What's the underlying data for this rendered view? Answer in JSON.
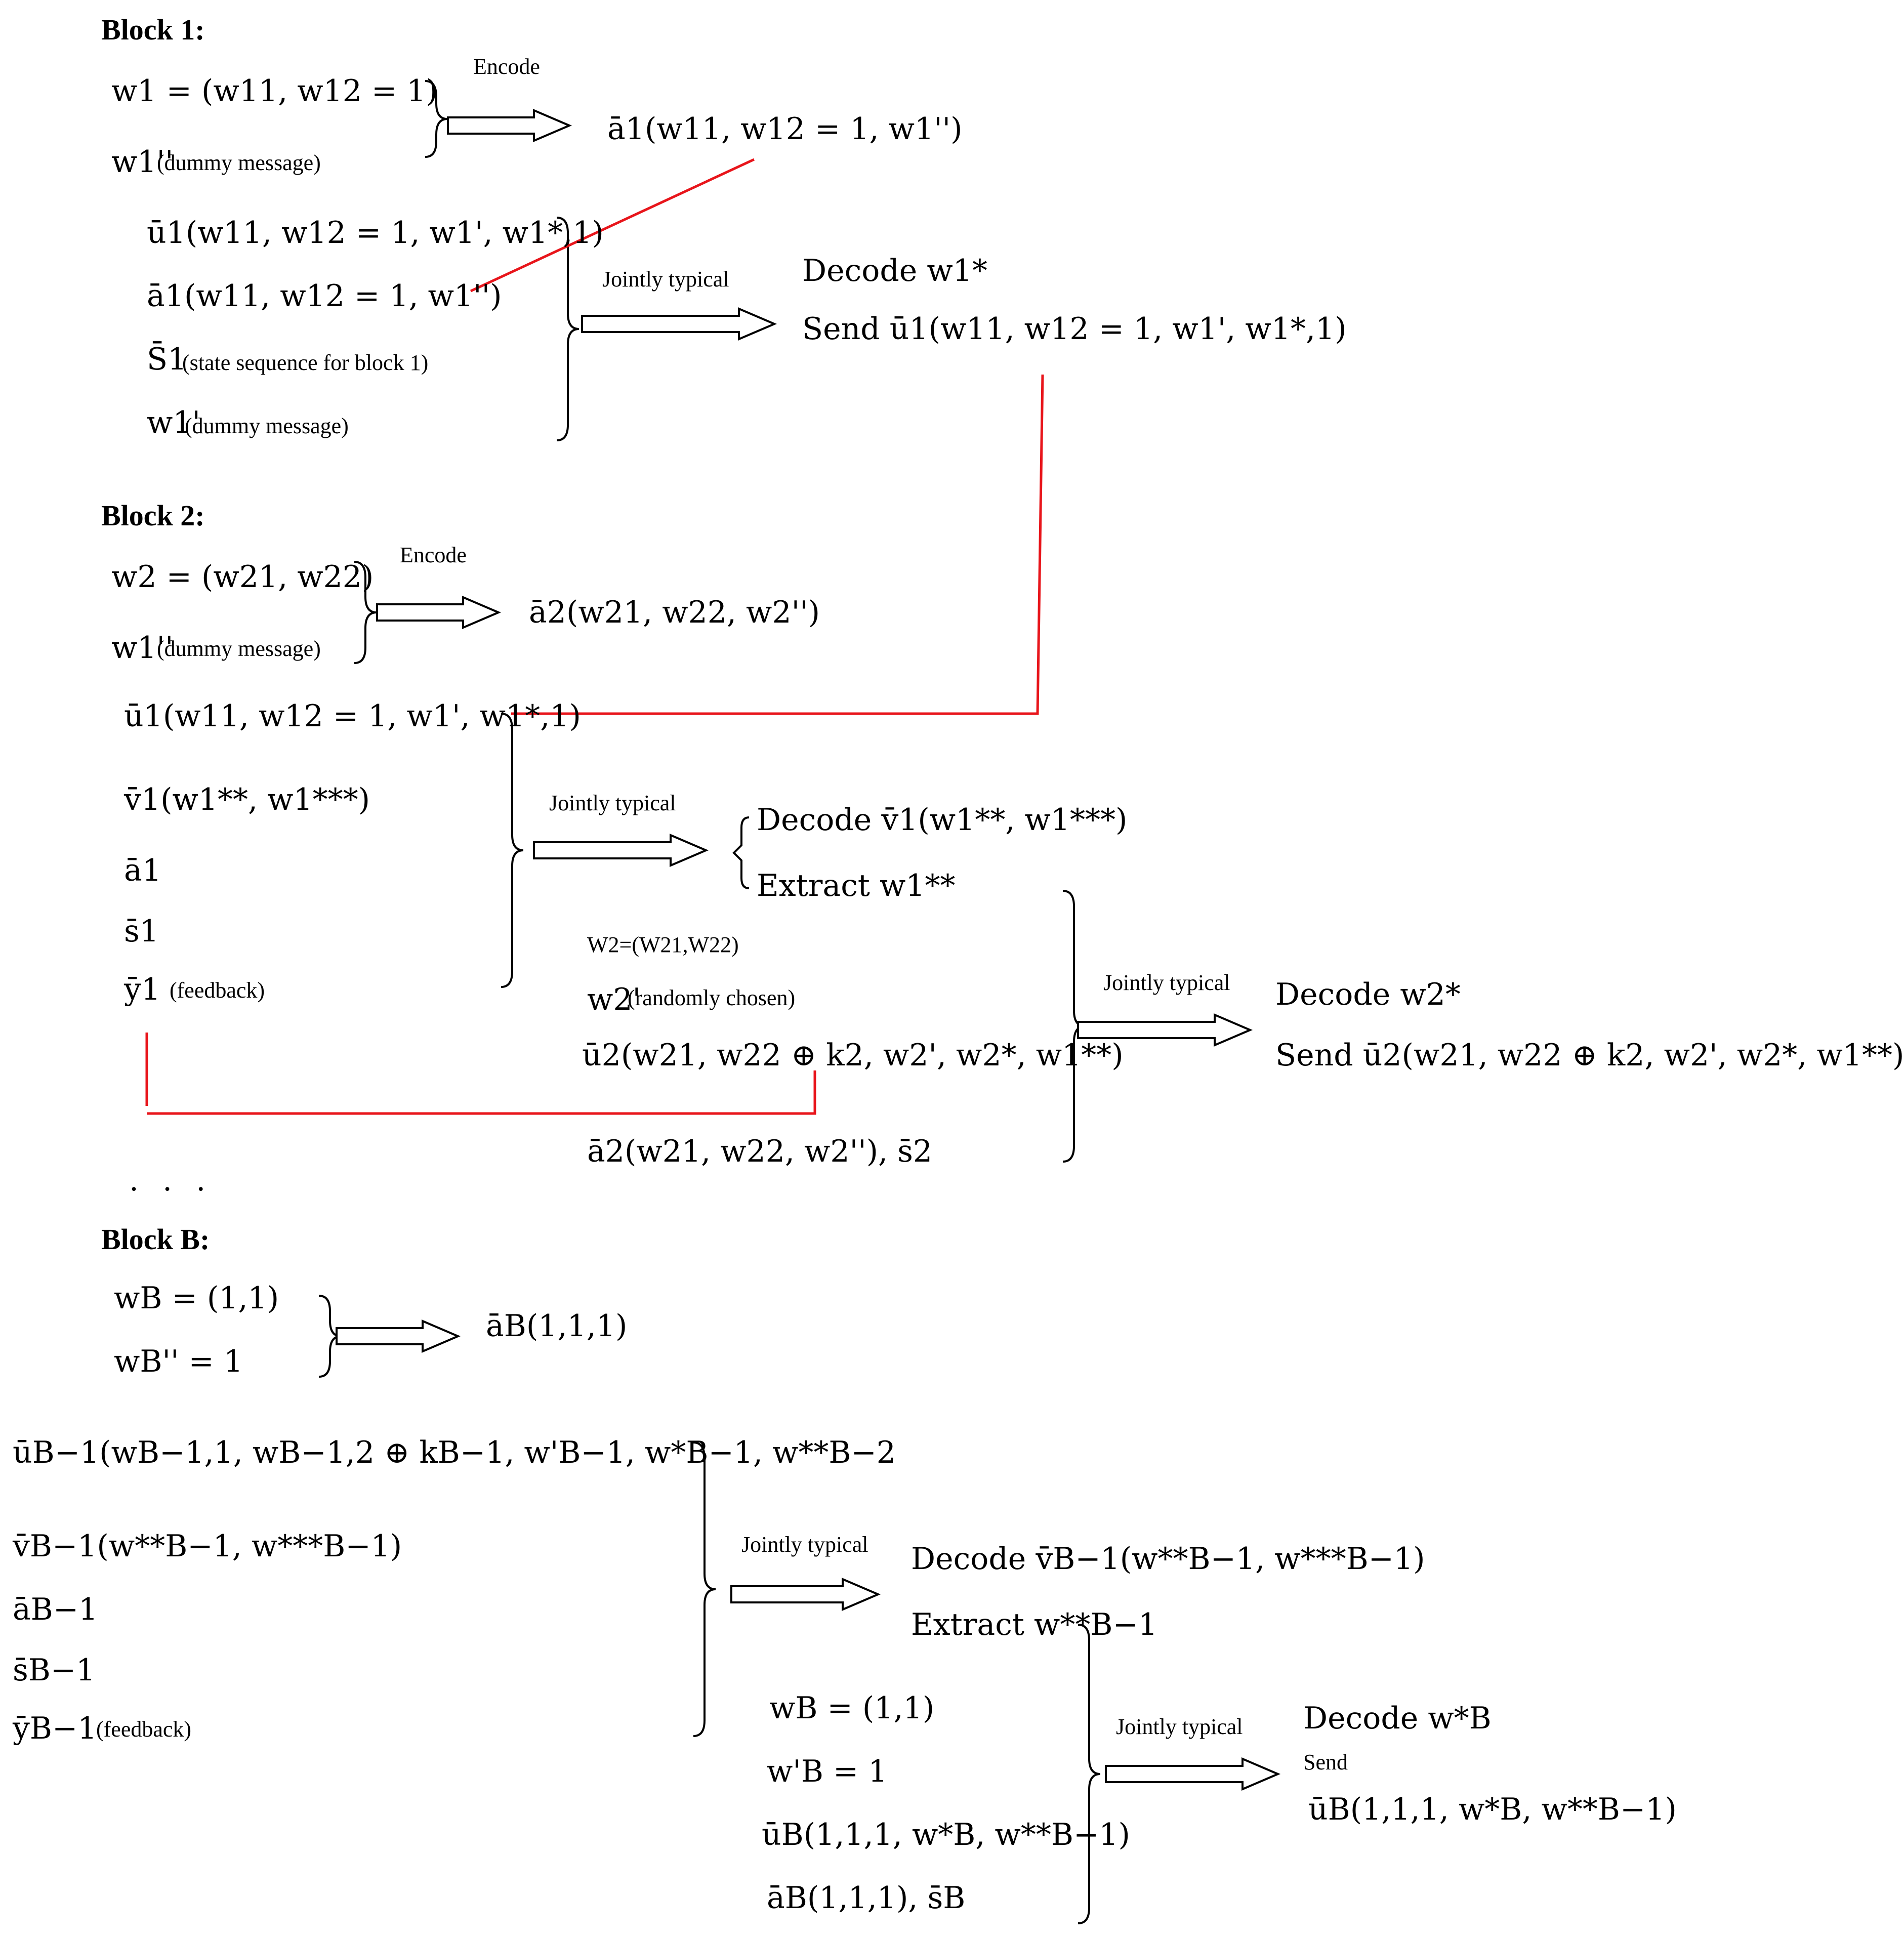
{
  "blocks": {
    "b1": {
      "heading": "Block 1:",
      "w1_def": "w1 = (w11, w12 = 1)",
      "w1pp": "w1''",
      "dummy": "(dummy message)",
      "encode": "Encode",
      "a1_out": "ā1(w11, w12 = 1, w1'')",
      "u1": "ū1(w11, w12 = 1, w1', w1*,1)",
      "a1": "ā1(w11, w12 = 1, w1'')",
      "s1": "S̄1",
      "s1_note": "(state sequence for block 1)",
      "w1p": "w1'",
      "dummy2": "(dummy message)",
      "jointly": "Jointly typical",
      "decode": "Decode w1*",
      "send": "Send ū1(w11, w12 = 1, w1', w1*,1)"
    },
    "b2": {
      "heading": "Block 2:",
      "w2_def": "w2 = (w21, w22)",
      "w1pp": "w1''",
      "dummy": "(dummy message)",
      "encode": "Encode",
      "a2_out": "ā2(w21, w22, w2'')",
      "u1": "ū1(w11, w12 = 1, w1', w1*,1)",
      "v1": "v̄1(w1**, w1***)",
      "a1": "ā1",
      "s1": "s̄1",
      "y1": "ȳ1",
      "feedback": "(feedback)",
      "jointly": "Jointly typical",
      "decode_v1": "Decode v̄1(w1**, w1***)",
      "extract": "Extract w1**",
      "W2_def": "W2=(W21,W22)",
      "w2p": "w2'",
      "random": "(randomly chosen)",
      "u2": "ū2(w21, w22 ⊕ k2, w2', w2*, w1**)",
      "a2s2": "ā2(w21, w22, w2''),  s̄2",
      "jointly2": "Jointly typical",
      "decode_w2": "Decode w2*",
      "send": "Send ū2(w21, w22 ⊕ k2, w2', w2*, w1**)"
    },
    "ellipsis": "· · ·",
    "bB": {
      "heading": "Block B:",
      "wB_def": "wB = (1,1)",
      "wBpp": "wB'' = 1",
      "aB_out": "āB(1,1,1)",
      "uB1": "ūB−1(wB−1,1, wB−1,2 ⊕ kB−1, w'B−1, w*B−1, w**B−2",
      "vB1": "v̄B−1(w**B−1, w***B−1)",
      "aB1": "āB−1",
      "sB1": "s̄B−1",
      "yB1": "ȳB−1",
      "feedback": "(feedback)",
      "jointly": "Jointly typical",
      "decode_v": "Decode v̄B−1(w**B−1, w***B−1)",
      "extract": "Extract w**B−1",
      "wB2": "wB = (1,1)",
      "wBp": "w'B = 1",
      "uB": "ūB(1,1,1, w*B, w**B−1)",
      "aBsB": "āB(1,1,1),  s̄B",
      "jointly2": "Jointly typical",
      "decode_wB": "Decode w*B",
      "send": "Send",
      "uB_send": "ūB(1,1,1, w*B, w**B−1)"
    }
  },
  "colors": {
    "ink": "#000000",
    "link": "#e8151b"
  }
}
